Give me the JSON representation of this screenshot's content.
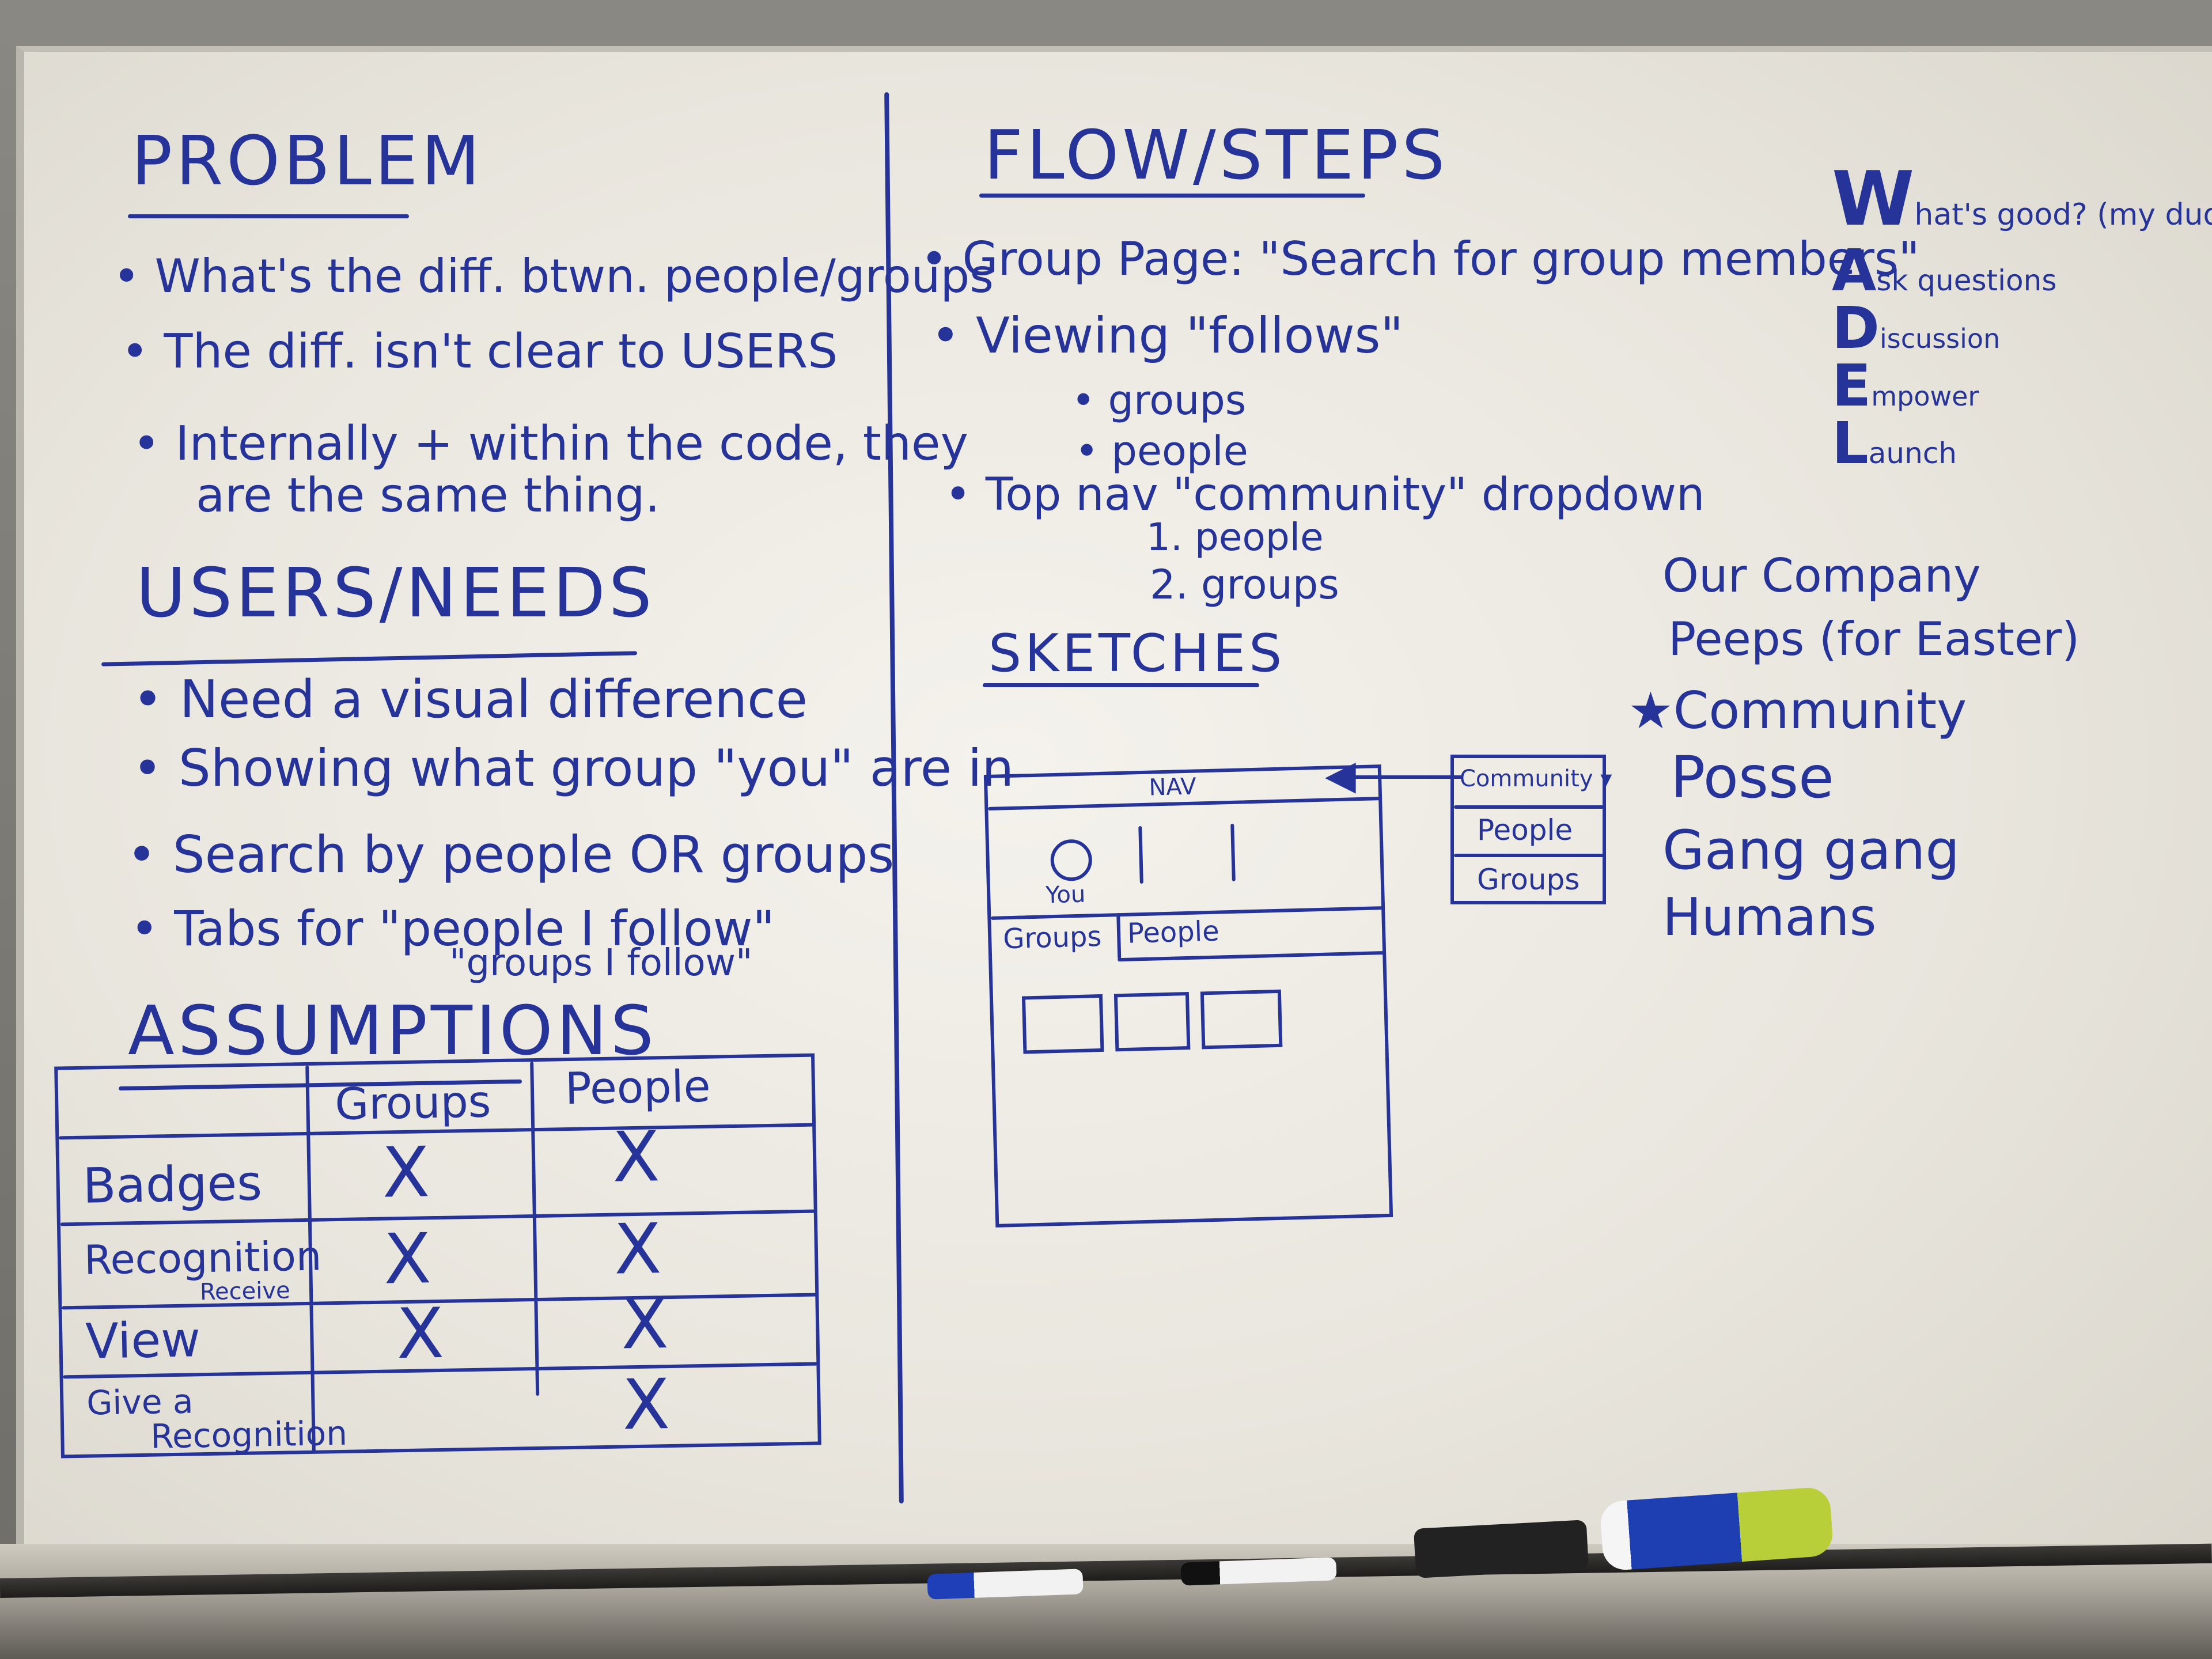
{
  "problem": {
    "heading": "PROBLEM",
    "bullets": [
      "• What's the diff. btwn. people/groups",
      "• The diff. isn't clear to USERS",
      "• Internally + within the code, they",
      "are the same thing."
    ]
  },
  "users_needs": {
    "heading": "USERS/NEEDS",
    "bullets": [
      "• Need a visual difference",
      "• Showing what group \"you\" are in",
      "• Search by people OR groups",
      "• Tabs for \"people I follow\"",
      "\"groups I follow\""
    ]
  },
  "assumptions": {
    "heading": "ASSUMPTIONS",
    "columns": [
      "Groups",
      "People"
    ],
    "rows": [
      {
        "label": "Badges",
        "sub": "",
        "groups": "X",
        "people": "X"
      },
      {
        "label": "Recognition",
        "sub": "Receive",
        "groups": "X",
        "people": "X"
      },
      {
        "label": "View",
        "sub": "",
        "groups": "X",
        "people": "X"
      },
      {
        "label": "Give a",
        "sub": "Recognition",
        "groups": "",
        "people": "X"
      }
    ]
  },
  "flow": {
    "heading": "FLOW/STEPS",
    "lines": [
      "• Group Page: \"Search for group members\"",
      "• Viewing \"follows\"",
      "• groups",
      "• people",
      "• Top nav \"community\" dropdown",
      "1. people",
      "2. groups"
    ]
  },
  "sketches": {
    "heading": "SKETCHES",
    "nav": "NAV",
    "you": "You",
    "tabs": [
      "Groups",
      "People"
    ],
    "dropdown": [
      "Community ▾",
      "People",
      "Groups"
    ]
  },
  "wadel": {
    "items": [
      {
        "letter": "W",
        "rest": "hat's good? (my dudes)"
      },
      {
        "letter": "A",
        "rest": "sk questions"
      },
      {
        "letter": "D",
        "rest": "iscussion"
      },
      {
        "letter": "E",
        "rest": "mpower"
      },
      {
        "letter": "L",
        "rest": "aunch"
      }
    ]
  },
  "names": {
    "items": [
      "Our Company",
      "Peeps (for Easter)",
      "★Community",
      "Posse",
      "Gang gang",
      "Humans"
    ]
  },
  "colors": {
    "ink": "#26349a",
    "board": "#efece5"
  }
}
